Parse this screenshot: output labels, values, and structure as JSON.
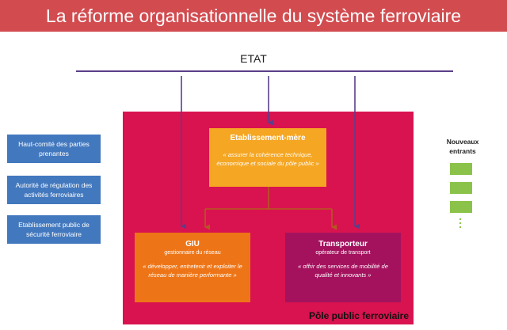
{
  "title": "La réforme organisationnelle du système ferroviaire",
  "etat": "ETAT",
  "pole": "Pôle  public  ferroviaire",
  "mere": {
    "title": "Etablissement-mère",
    "quote": "« assurer la cohérence technique, économique et sociale du pôle public »"
  },
  "giu": {
    "title": "GIU",
    "subtitle": "gestionnaire du réseau",
    "quote": "« développer, entretenir et exploiter le réseau de manière performante »"
  },
  "transporteur": {
    "title": "Transporteur",
    "subtitle": "opérateur de transport",
    "quote": "« offrir des services de mobilité de qualité et innovants »"
  },
  "side_boxes": [
    "Haut-comité des parties prenantes",
    "Autorité de régulation des activités ferroviaires",
    "Etablissement public de sécurité ferroviaire"
  ],
  "nouveaux_entrants": "Nouveaux entrants",
  "colors": {
    "banner": "#d14b4f",
    "pole": "#d9134f",
    "mere": "#f5a623",
    "giu": "#ee7517",
    "transporteur": "#a4125e",
    "side": "#4278be",
    "green": "#8bc34a",
    "line": "#5b3f8a"
  }
}
